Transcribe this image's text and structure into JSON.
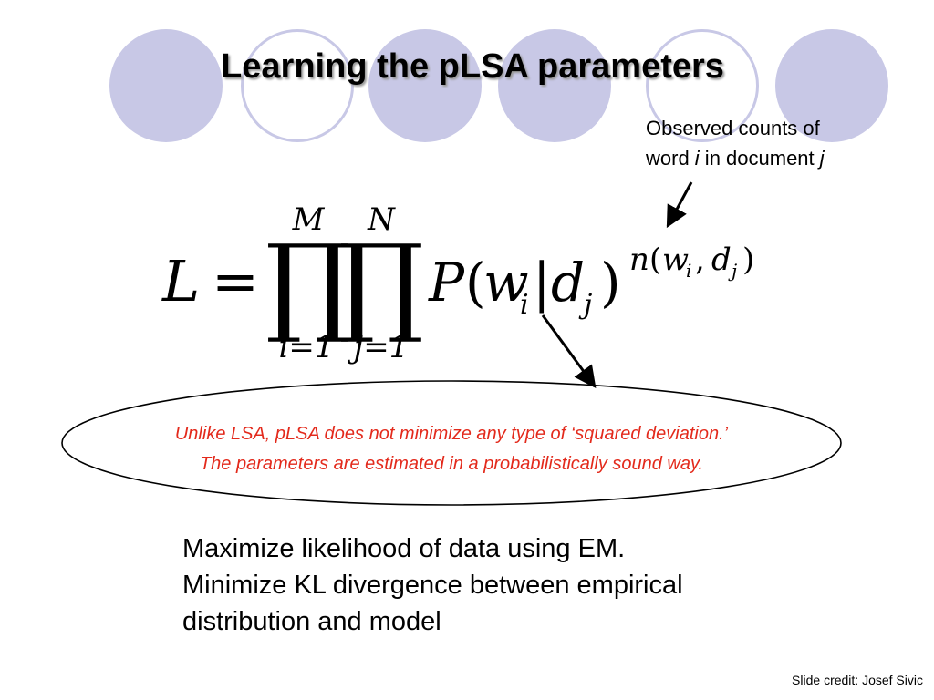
{
  "slide": {
    "title": "Learning the pLSA parameters",
    "annotation": {
      "line1": "Observed counts of",
      "line2_prefix": "word ",
      "line2_var_i": "i",
      "line2_mid": " in document ",
      "line2_var_j": "j"
    },
    "formula": {
      "lhs": "L",
      "equals": "=",
      "prod1_upper": "M",
      "prod1_lower": "i=1",
      "prod2_upper": "N",
      "prod2_lower": "j=1",
      "product_symbol": "∏",
      "P": "P",
      "open_paren": "(",
      "w": "w",
      "sub_i": "i",
      "bar": "|",
      "d": "d",
      "sub_j": "j",
      "close_paren": ")",
      "exp_n": "n",
      "exp_open": "(",
      "exp_w": "w",
      "exp_sub_i": "i",
      "exp_comma": ",",
      "exp_d": "d",
      "exp_sub_j": "j",
      "exp_close": ")"
    },
    "ellipse": {
      "line1": "Unlike LSA, pLSA does not minimize any type of ‘squared deviation.’",
      "line2": "The parameters are estimated in a probabilistically sound way."
    },
    "body": {
      "line1": "Maximize likelihood of data using EM.",
      "line2": "Minimize KL divergence between empirical",
      "line3": "distribution and model"
    },
    "credit": "Slide credit: Josef Sivic",
    "colors": {
      "circle_fill": "#c8c8e6",
      "ellipse_text": "#e32a1c"
    }
  }
}
